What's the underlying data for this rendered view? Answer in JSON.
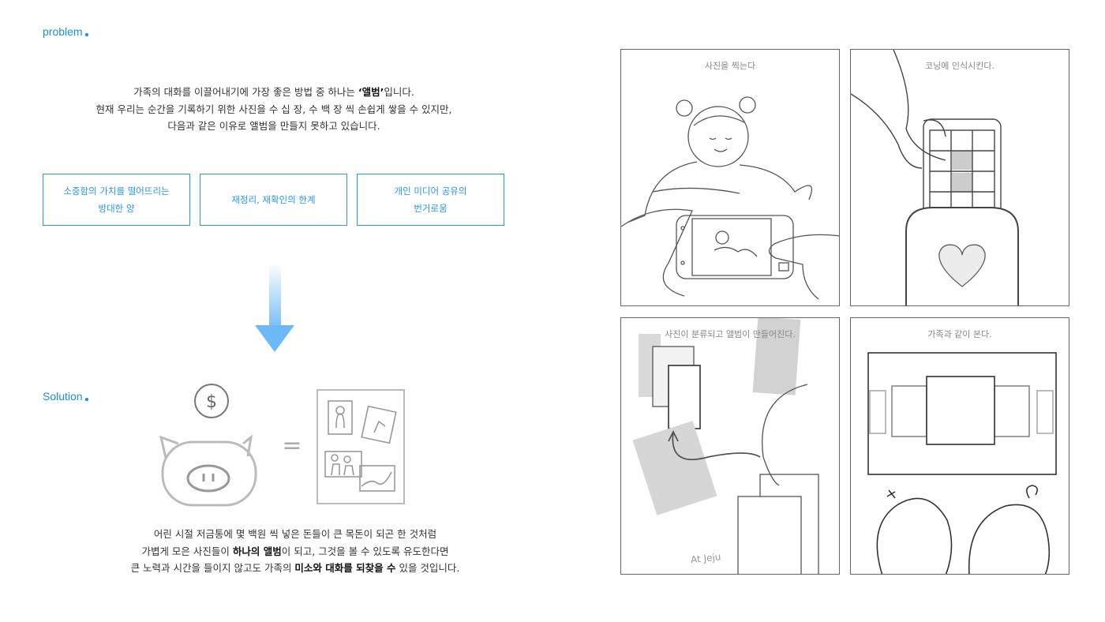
{
  "problem": {
    "label": "problem",
    "intro": {
      "line1_before": "가족의 대화를 이끌어내기에 가장 좋은 방법 중 하나는 ",
      "line1_bold": "‘앨범’",
      "line1_after": "입니다.",
      "line2": "현재 우리는 순간을 기록하기 위한 사진을 수 십 장, 수 백 장 씩 손쉽게 쌓을 수 있지만,",
      "line3": "다음과 같은 이유로 앨범을 만들지 못하고 있습니다."
    },
    "reasons": [
      {
        "line1": "소중함의 가치를 떨어뜨리는",
        "line2": "방대한 양"
      },
      {
        "line1": "재정리, 재확인의 한계",
        "line2": ""
      },
      {
        "line1": "개인 미디어 공유의",
        "line2": "번거로움"
      }
    ]
  },
  "solution": {
    "label": "Solution",
    "coin_symbol": "$",
    "equals_symbol": "=",
    "outro": {
      "line1": "어린 시절 저금통에 몇 백원 씩 넣은 돈들이 큰 목돈이 되곤 한 것처럼",
      "line2_before": "가볍게 모은 사진들이 ",
      "line2_bold": "하나의 앨범",
      "line2_after": "이 되고, 그것을 볼 수 있도록 유도한다면",
      "line3_before": "큰 노력과 시간을 들이지 않고도 가족의 ",
      "line3_bold": "미소와 대화를 되찾을 수",
      "line3_after": " 있을 것입니다."
    }
  },
  "storyboard": {
    "panels": [
      {
        "caption": "사진을 찍는다"
      },
      {
        "caption": "코닝에 인식시킨다."
      },
      {
        "caption": "사진이 분류되고 앨범이 만들어진다."
      },
      {
        "caption": "가족과 같이 본다."
      }
    ],
    "handwritten_text": "At Jeju"
  },
  "colors": {
    "accent": "#1a8fe0",
    "box_border": "#2a97e6",
    "arrow": "#6db8f6",
    "sketch": "#555555"
  }
}
